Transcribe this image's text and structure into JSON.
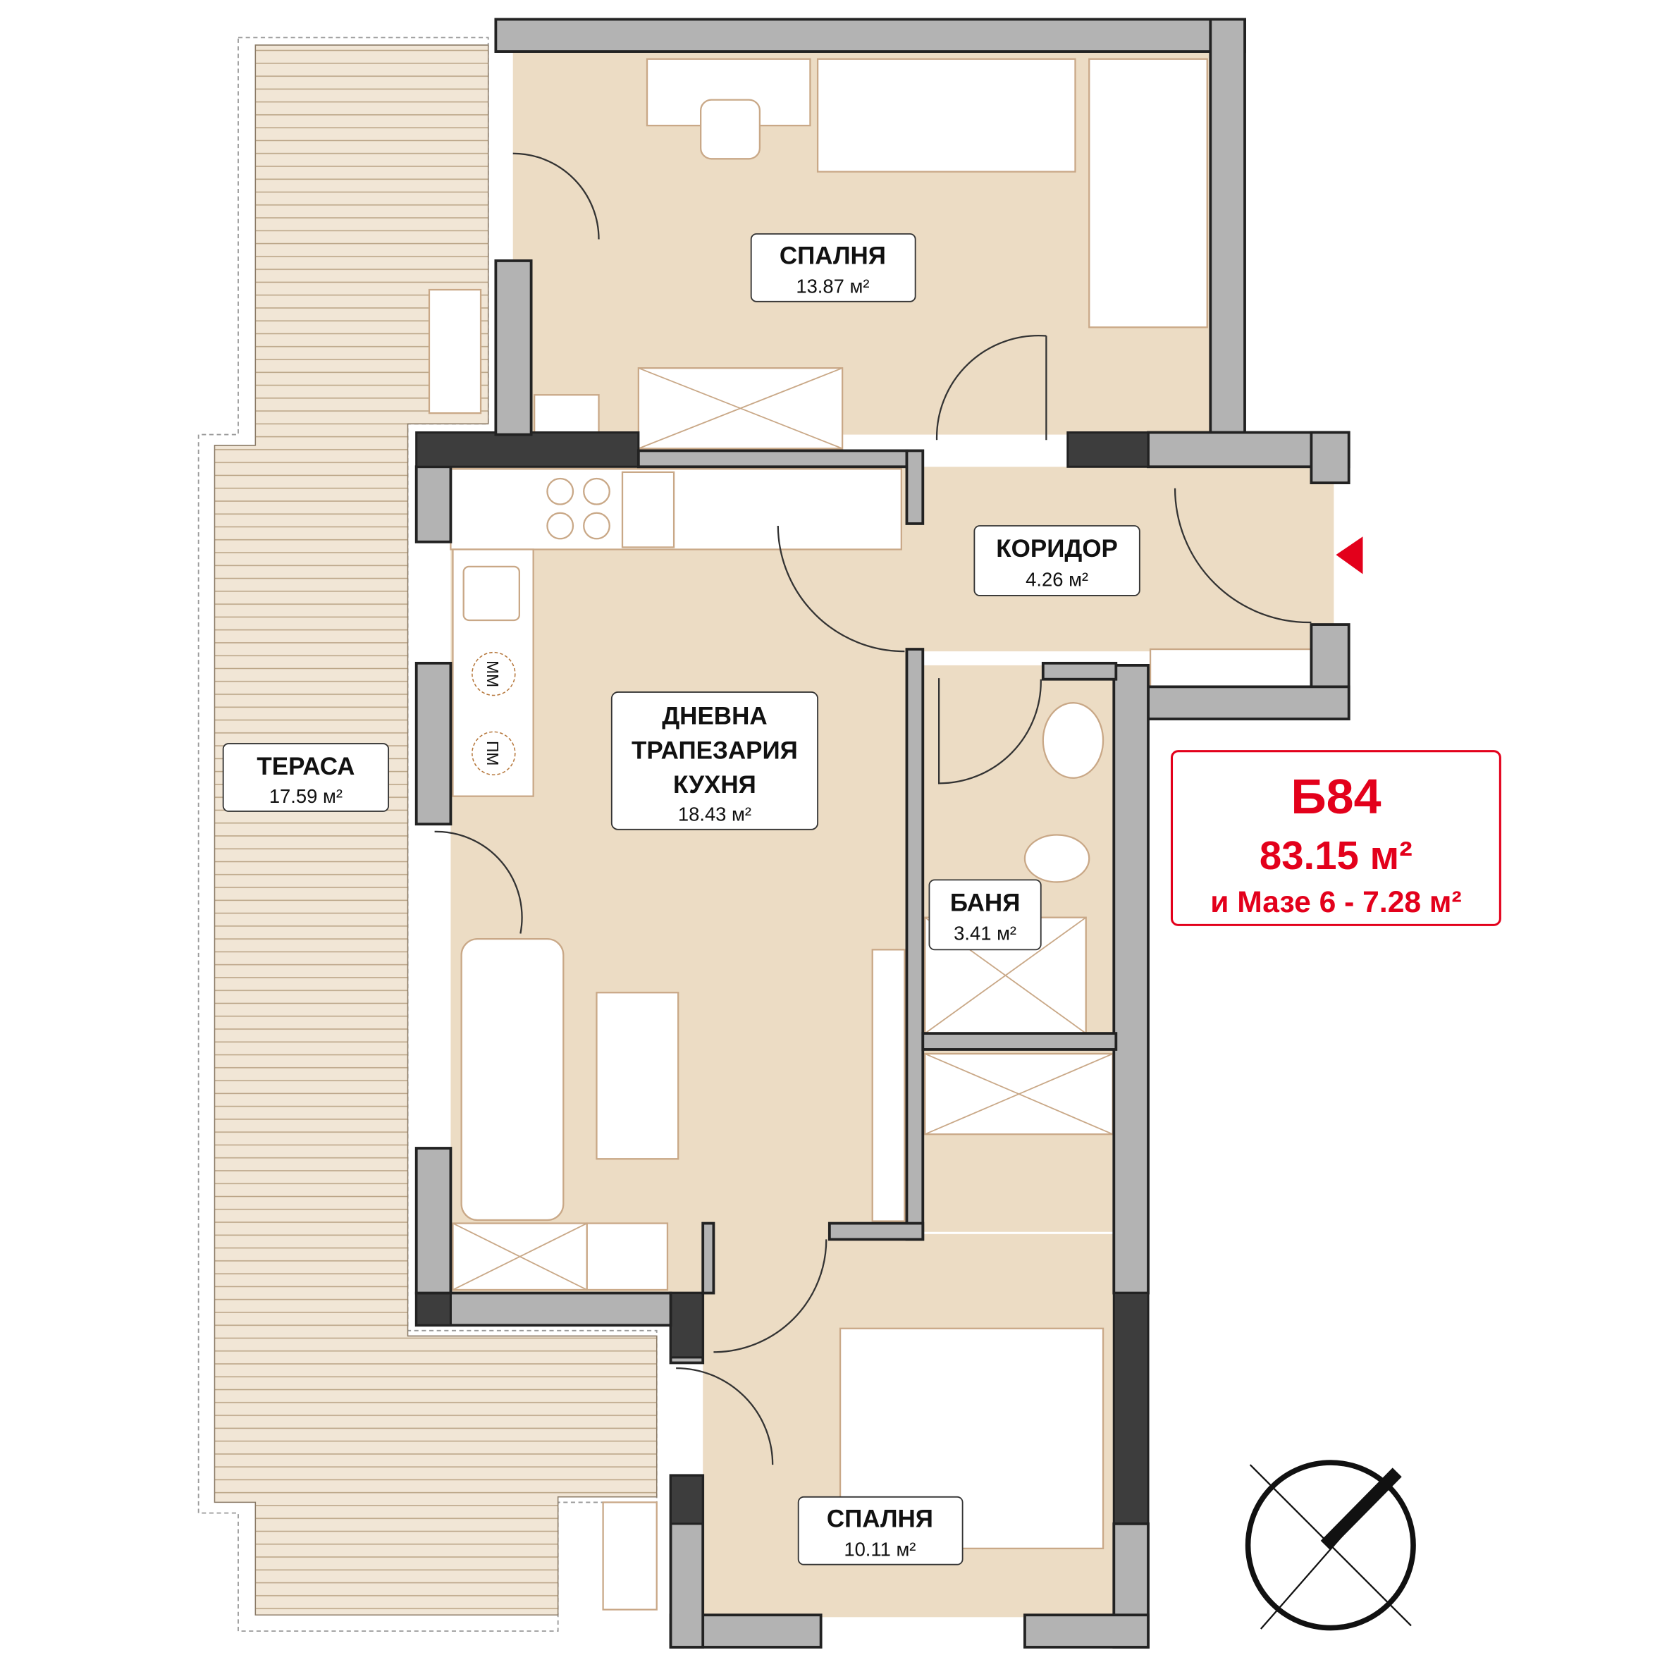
{
  "rooms": {
    "bedroom1": {
      "name": "СПАЛНЯ",
      "area": "13.87 м²"
    },
    "corridor": {
      "name": "КОРИДОР",
      "area": "4.26 м²"
    },
    "living": {
      "name_line1": "ДНЕВНА",
      "name_line2": "ТРАПЕЗАРИЯ",
      "name_line3": "КУХНЯ",
      "area": "18.43 м²"
    },
    "terrace": {
      "name": "ТЕРАСА",
      "area": "17.59 м²"
    },
    "bathroom": {
      "name": "БАНЯ",
      "area": "3.41 м²"
    },
    "bedroom2": {
      "name": "СПАЛНЯ",
      "area": "10.11 м²"
    }
  },
  "appliances": {
    "dishwasher": "ММ",
    "washer": "ПМ"
  },
  "apartment": {
    "id": "Б84",
    "total_area": "83.15 м²",
    "storage": "и Мазе 6 - 7.28 м²"
  },
  "colors": {
    "accent": "#e3001b",
    "floor": "#ecdcc4",
    "wall": "#b3b3b3"
  }
}
